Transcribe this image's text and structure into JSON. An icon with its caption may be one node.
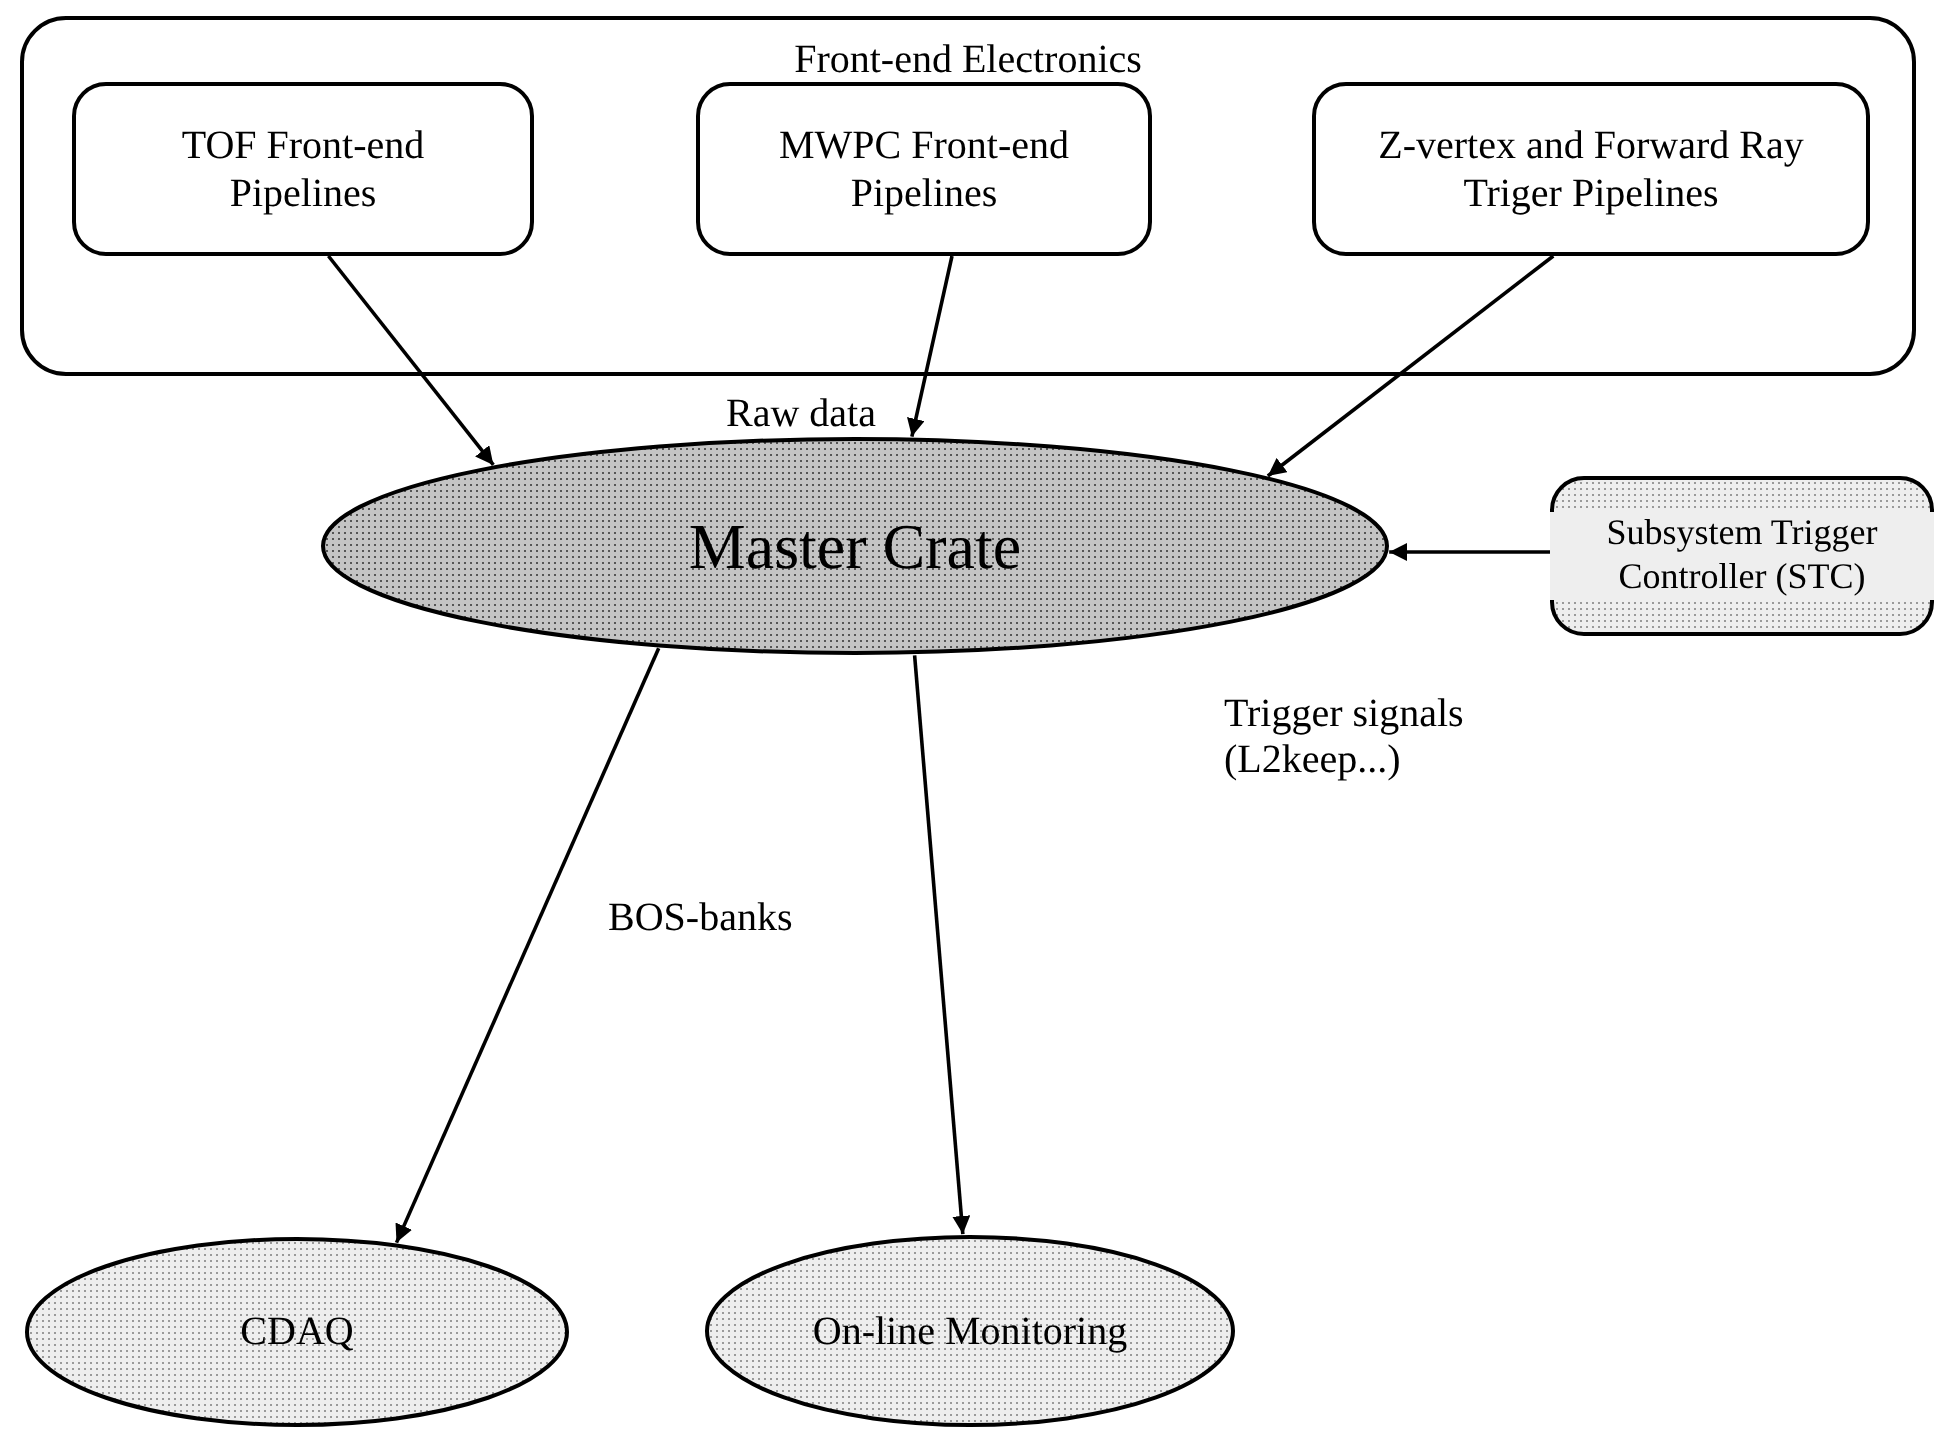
{
  "diagram": {
    "nodes": [
      {
        "text": [
          "Front-end Electronics"
        ]
      },
      {
        "text": [
          "TOF Front-end Pipelines"
        ],
        "in": 0
      },
      {
        "text": [
          "MWPC Front-end Pipelines"
        ],
        "in": 0
      },
      {
        "text": [
          "Z-vertex and Forward Ray Triger Pipelines"
        ],
        "in": 0
      },
      {
        "text": [
          "Master Crate"
        ]
      },
      {
        "text": [
          "Subsystem Trigger Controller (STC)"
        ]
      },
      {
        "text": [
          "CDAQ"
        ]
      },
      {
        "text": [
          "On-line Monitoring"
        ]
      }
    ],
    "edges": [
      {
        "from": 1,
        "to": 4,
        "arrow": "to"
      },
      {
        "from": 2,
        "to": 4,
        "arrow": "to"
      },
      {
        "from": 3,
        "to": 4,
        "arrow": "to"
      },
      {
        "from": 5,
        "to": 4,
        "arrow": "to"
      },
      {
        "from": 4,
        "to": 6,
        "arrow": "to"
      },
      {
        "from": 4,
        "to": 7,
        "arrow": "to"
      }
    ],
    "labels": [
      "Raw data",
      "Trigger signals (L2keep...)",
      "BOS-banks"
    ]
  }
}
